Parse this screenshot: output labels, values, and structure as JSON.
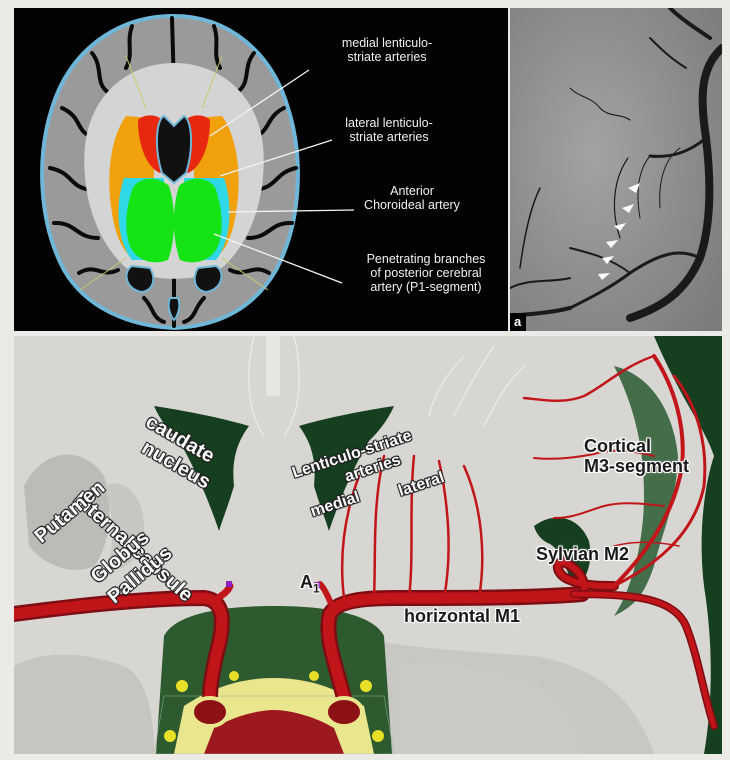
{
  "top_left": {
    "labels": {
      "medial": "medial lenticulo-\nstriate arteries",
      "lateral": "lateral lenticulo-\nstriate arteries",
      "anterior": "Anterior\nChoroideal artery",
      "penetrating": "Penetrating branches\nof posterior cerebral\nartery (P1-segment)"
    },
    "colors": {
      "red": "#e8280e",
      "orange": "#f1a10c",
      "cyan": "#2fd8e6",
      "green": "#14e414",
      "cortex": "#9a9a9a",
      "white_matter": "#d4d4d4"
    }
  },
  "top_right": {
    "panel_letter": "a"
  },
  "bottom": {
    "labels": {
      "caudate_1": "caudate",
      "caudate_2": "nucleus",
      "internal_capsule": "Internal capsule",
      "putamen": "Putamen",
      "globus_1": "Globus",
      "globus_2": "Pallidus",
      "lenticulo_1": "Lenticulo-striate",
      "lenticulo_2": "arteries",
      "medial": "medial",
      "lateral": "lateral",
      "cortical_1": "Cortical",
      "cortical_2": "M3-segment",
      "sylvian": "Sylvian M2",
      "horizontal": "horizontal M1",
      "a1": "A",
      "a1_sub": "1"
    },
    "colors": {
      "artery": "#c1151a",
      "ventricle": "#153f1f",
      "background": "#d8d6d2"
    }
  }
}
